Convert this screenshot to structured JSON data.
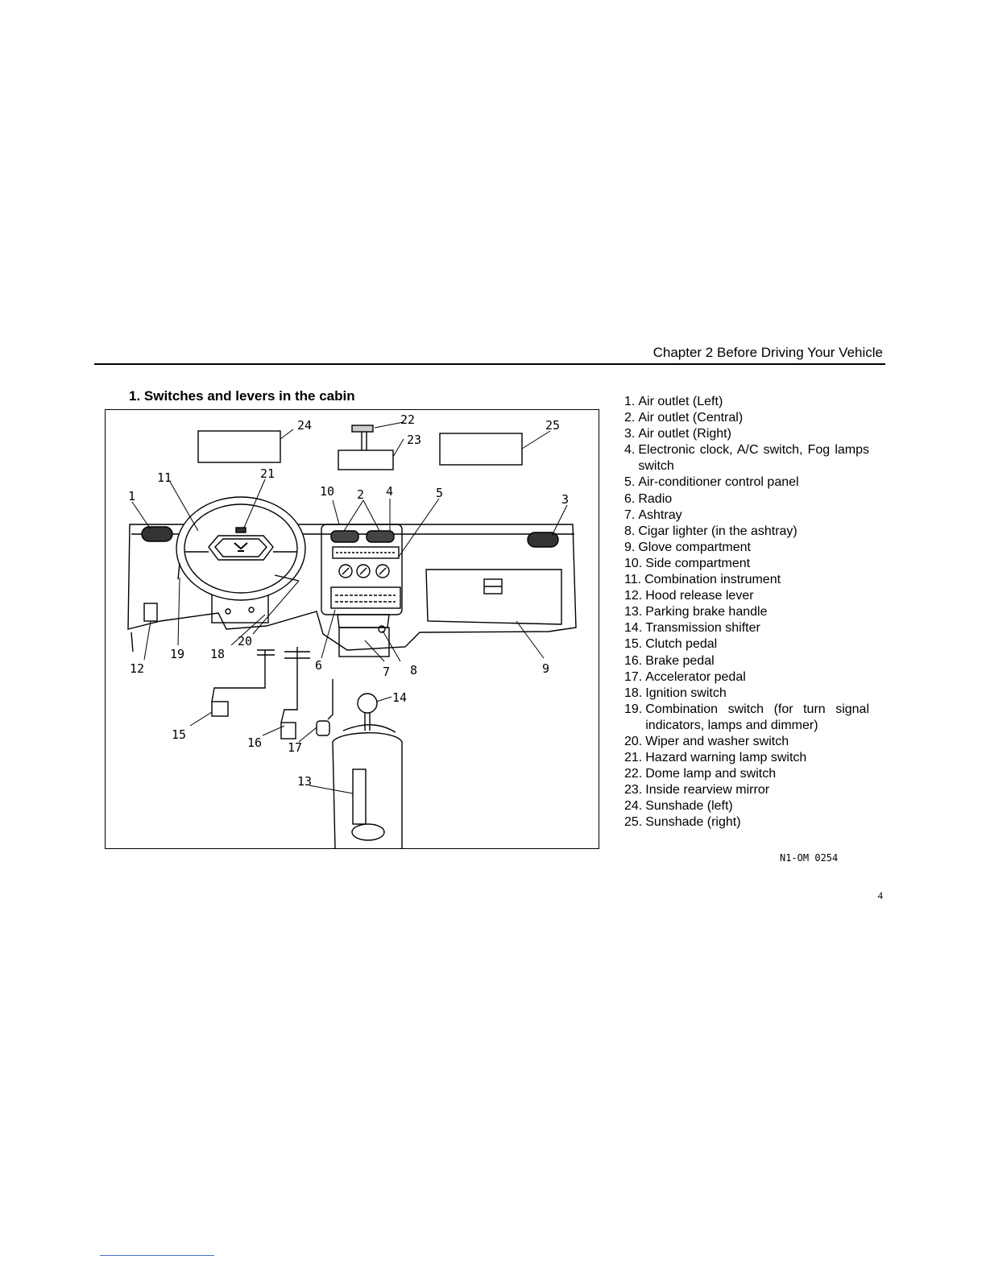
{
  "header": {
    "chapter_title": "Chapter 2 Before Driving Your Vehicle"
  },
  "section": {
    "title": "1. Switches and levers in the cabin"
  },
  "figure": {
    "code": "N1-OM 0254",
    "callouts": [
      "24",
      "22",
      "25",
      "23",
      "11",
      "21",
      "1",
      "10",
      "2",
      "4",
      "5",
      "3",
      "12",
      "19",
      "18",
      "20",
      "6",
      "7",
      "8",
      "9",
      "14",
      "15",
      "16",
      "17",
      "13"
    ]
  },
  "legend": [
    {
      "num": "1.",
      "text": "Air outlet (Left)"
    },
    {
      "num": "2.",
      "text": "Air outlet (Central)"
    },
    {
      "num": "3.",
      "text": "Air outlet (Right)"
    },
    {
      "num": "4.",
      "text": "Electronic clock, A/C switch, Fog lamps switch"
    },
    {
      "num": "5.",
      "text": "Air-conditioner control panel"
    },
    {
      "num": "6.",
      "text": "Radio"
    },
    {
      "num": "7.",
      "text": "Ashtray"
    },
    {
      "num": "8.",
      "text": "Cigar lighter (in the ashtray)"
    },
    {
      "num": "9.",
      "text": "Glove compartment"
    },
    {
      "num": "10.",
      "text": "Side compartment"
    },
    {
      "num": "11.",
      "text": "Combination instrument"
    },
    {
      "num": "12.",
      "text": "Hood release lever"
    },
    {
      "num": "13.",
      "text": "Parking brake handle"
    },
    {
      "num": "14.",
      "text": "Transmission shifter"
    },
    {
      "num": "15.",
      "text": "Clutch pedal"
    },
    {
      "num": "16.",
      "text": "Brake pedal"
    },
    {
      "num": "17.",
      "text": "Accelerator pedal"
    },
    {
      "num": "18.",
      "text": "Ignition switch"
    },
    {
      "num": "19.",
      "text": "Combination switch (for turn signal indicators, lamps and dimmer)"
    },
    {
      "num": "20.",
      "text": "Wiper and washer switch"
    },
    {
      "num": "21.",
      "text": "Hazard warning lamp switch"
    },
    {
      "num": "22.",
      "text": "Dome lamp and switch"
    },
    {
      "num": "23.",
      "text": "Inside rearview mirror"
    },
    {
      "num": "24.",
      "text": "Sunshade (left)"
    },
    {
      "num": "25.",
      "text": "Sunshade (right)"
    }
  ],
  "footer": {
    "page_number": "4"
  }
}
